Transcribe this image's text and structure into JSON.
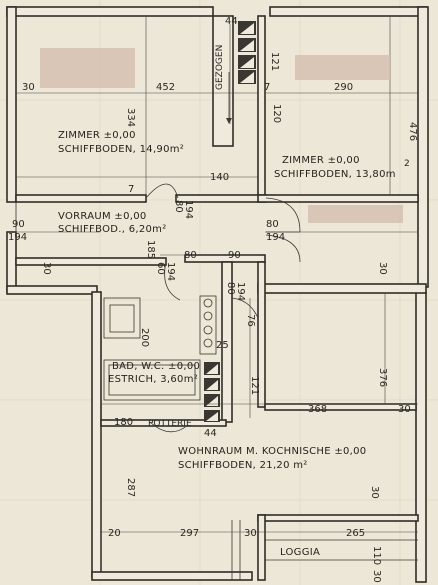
{
  "rooms": [
    {
      "name": "ZIMMER ±0,00",
      "floor": "SCHIFFBODEN, 14,90m²"
    },
    {
      "name": "ZIMMER ±0,00",
      "floor": "SCHIFFBODEN, 13,80m"
    },
    {
      "name": "VORRAUM ±0,00",
      "floor": "SCHIFFBOD., 6,20m²"
    },
    {
      "name": "BAD, W.C. ±0,00",
      "floor": "ESTRICH, 3,60m²"
    },
    {
      "name": "WOHNRAUM M. KOCHNISCHE ±0,00",
      "floor": "SCHIFFBODEN, 21,20 m²"
    },
    {
      "name": "LOGGIA",
      "floor": ""
    }
  ],
  "labels": {
    "gezogen": "GEZOGEN",
    "potterie": "POTTERIE",
    "sup2": "2"
  },
  "dimensions": [
    "44",
    "121",
    "30",
    "452",
    "7",
    "290",
    "334",
    "120",
    "476",
    "140",
    "7",
    "80",
    "194",
    "90",
    "194",
    "80",
    "194",
    "80",
    "90",
    "30",
    "30",
    "60",
    "194",
    "185",
    "80",
    "194",
    "25",
    "76",
    "200",
    "376",
    "121",
    "368",
    "30",
    "180",
    "44",
    "287",
    "30",
    "20",
    "297",
    "30",
    "265",
    "110",
    "30"
  ]
}
